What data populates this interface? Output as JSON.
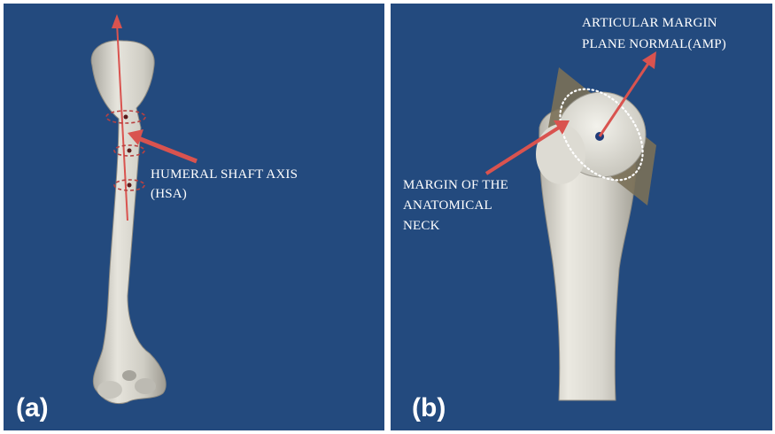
{
  "panel_a": {
    "label": "(a)",
    "annotation": {
      "lines": [
        "HUMERAL SHAFT AXIS",
        "(HSA)"
      ]
    }
  },
  "panel_b": {
    "label": "(b)",
    "annotation_top": {
      "lines": [
        "ARTICULAR MARGIN",
        "PLANE NORMAL(AMP)"
      ]
    },
    "annotation_left": {
      "lines": [
        "MARGIN OF THE",
        "ANATOMICAL",
        "NECK"
      ]
    }
  },
  "colors": {
    "background": "#234a7e",
    "bone": "#d9d7cf",
    "axis_arrow": "#d9534f",
    "plane": "#7a7058",
    "text": "#ffffff"
  }
}
